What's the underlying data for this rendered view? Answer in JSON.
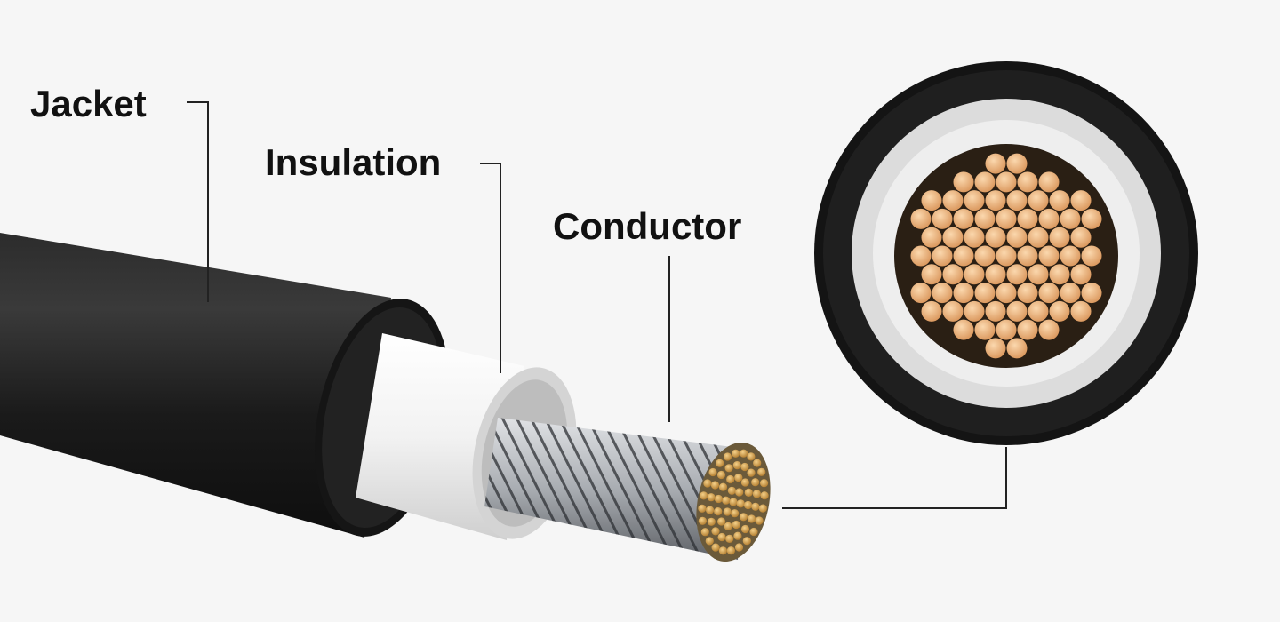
{
  "labels": {
    "jacket": "Jacket",
    "insulation": "Insulation",
    "conductor": "Conductor"
  },
  "colors": {
    "background": "#f6f6f6",
    "jacket": "#1c1c1c",
    "insulation": "#ececec",
    "conductor_strand": "#e9b47c",
    "wire_silver": "#b9bcc0",
    "leader_line": "#222222"
  }
}
